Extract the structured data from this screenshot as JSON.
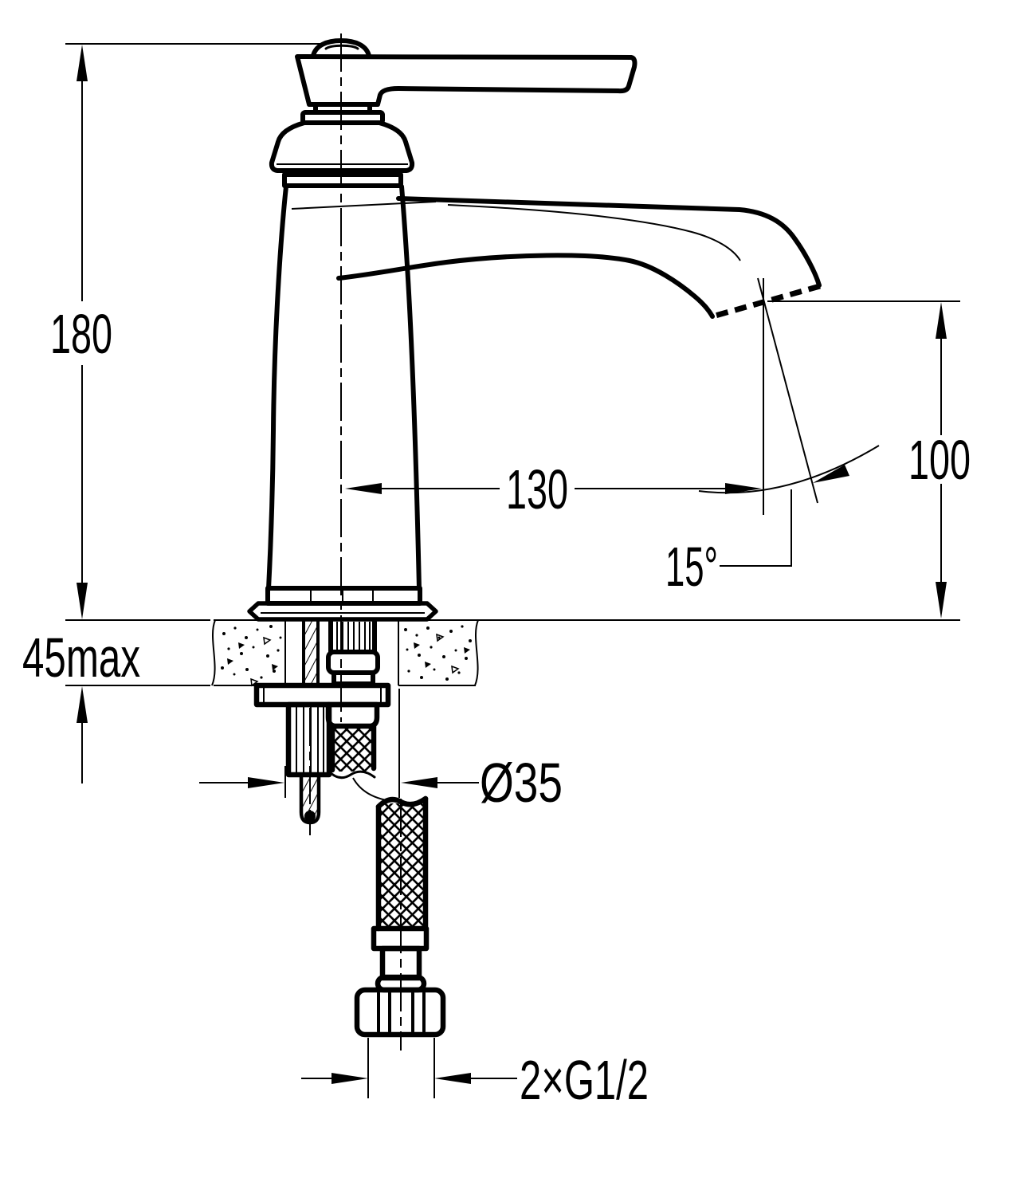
{
  "drawing": {
    "background": "#ffffff",
    "ink": "#000000",
    "labels": {
      "height_above_deck": "180",
      "max_deck_thickness": "45max",
      "spout_reach": "130",
      "outlet_height": "100",
      "outlet_angle": "15°",
      "hole_diameter": "Ø35",
      "supply_thread": "2×G1/2"
    }
  }
}
